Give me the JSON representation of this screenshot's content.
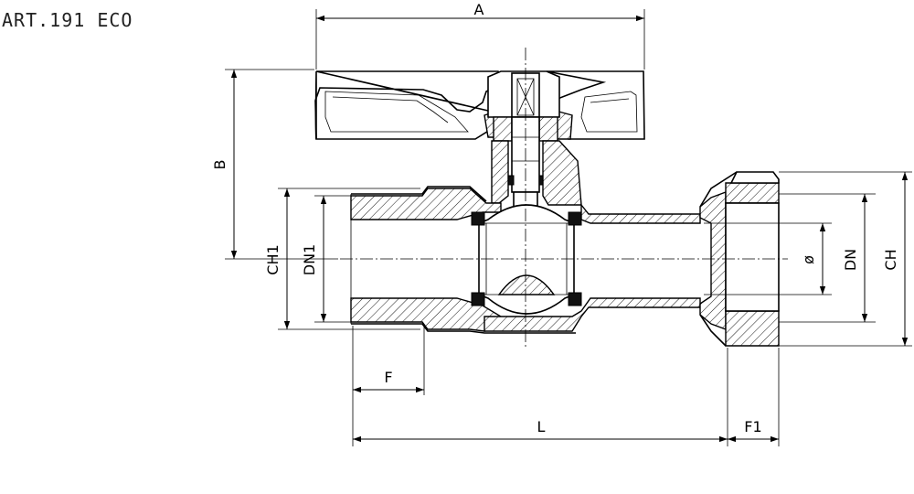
{
  "title": "ART.191 ECO",
  "dimensions": {
    "A": "A",
    "B": "B",
    "CH1": "CH1",
    "DN1": "DN1",
    "F": "F",
    "L": "L",
    "F1": "F1",
    "phi": "ø",
    "DN": "DN",
    "CH": "CH"
  }
}
